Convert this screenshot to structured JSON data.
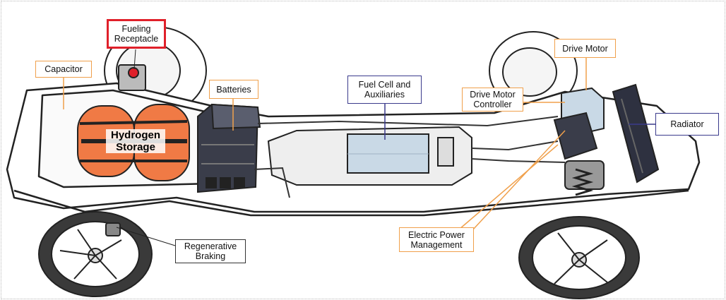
{
  "labels": {
    "fueling_receptacle": "Fueling Receptacle",
    "capacitor": "Capacitor",
    "batteries": "Batteries",
    "hydrogen_storage": "Hydrogen Storage",
    "fuel_cell": "Fuel Cell and Auxiliaries",
    "drive_motor": "Drive Motor",
    "drive_motor_controller": "Drive Motor Controller",
    "radiator": "Radiator",
    "electric_power_management": "Electric Power Management",
    "regenerative_braking": "Regenerative Braking"
  },
  "colors": {
    "leader_orange": "#f0a04b",
    "leader_blue": "#3a3a8c",
    "highlight_red": "#e0202a",
    "tank_orange": "#f07a45",
    "fuel_cell_blue": "#c9d9e6"
  }
}
